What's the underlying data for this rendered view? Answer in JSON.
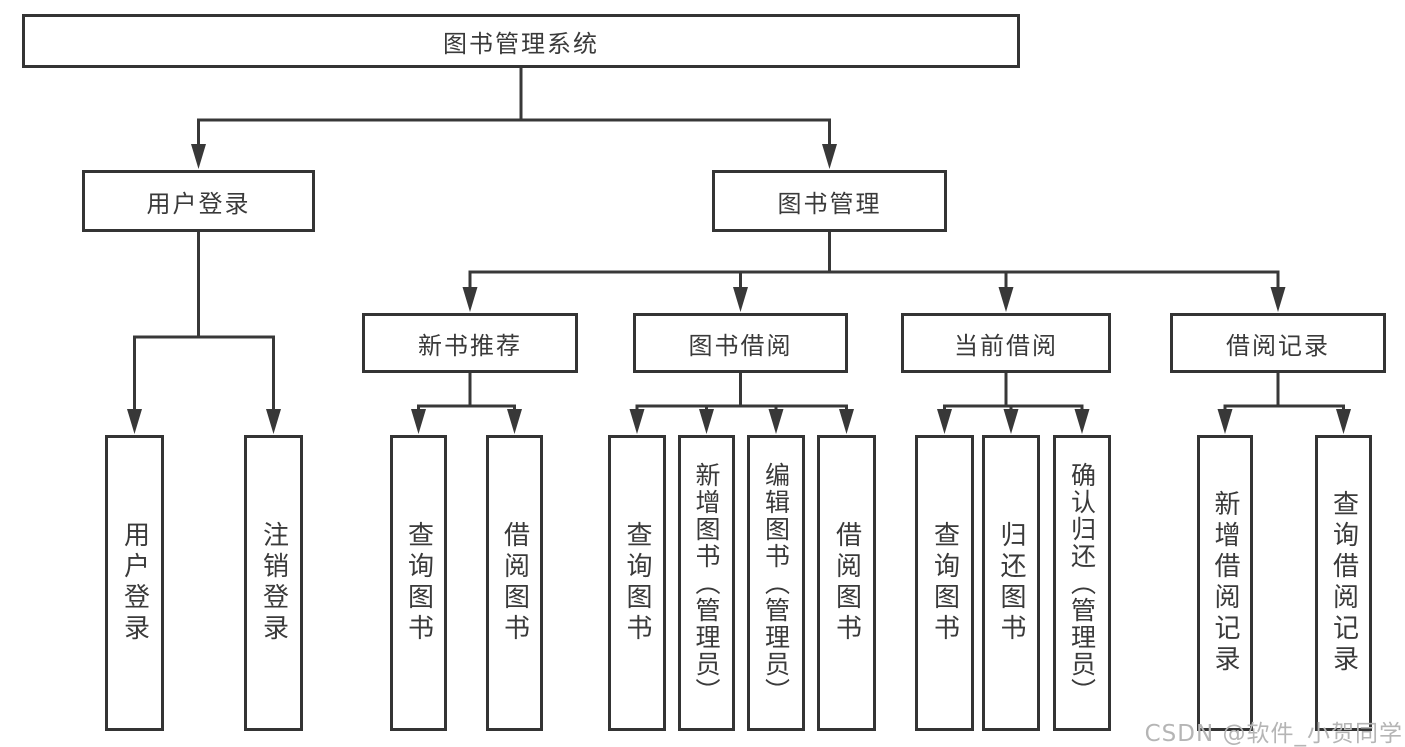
{
  "diagram": {
    "title": "图书管理系统",
    "watermark": "CSDN @软件_小贺同学",
    "colors": {
      "line": "#383838",
      "border": "#343434",
      "text": "#3a3a3a",
      "background": "#ffffff",
      "watermark": "#b5b5b5"
    },
    "nodes": [
      {
        "id": "library-system",
        "label": "图书管理系统",
        "orientation": "horizontal",
        "level": 1
      },
      {
        "id": "user-login",
        "label": "用户登录",
        "orientation": "horizontal",
        "level": 2
      },
      {
        "id": "book-management",
        "label": "图书管理",
        "orientation": "horizontal",
        "level": 2
      },
      {
        "id": "new-book-recommend",
        "label": "新书推荐",
        "orientation": "horizontal",
        "level": 3
      },
      {
        "id": "book-borrow",
        "label": "图书借阅",
        "orientation": "horizontal",
        "level": 3
      },
      {
        "id": "current-borrow",
        "label": "当前借阅",
        "orientation": "horizontal",
        "level": 3
      },
      {
        "id": "borrow-records",
        "label": "借阅记录",
        "orientation": "horizontal",
        "level": 3
      },
      {
        "id": "user-login-leaf",
        "label": "用户登录",
        "orientation": "vertical",
        "level": 4
      },
      {
        "id": "logout",
        "label": "注销登录",
        "orientation": "vertical",
        "level": 4
      },
      {
        "id": "query-books-1",
        "label": "查询图书",
        "orientation": "vertical",
        "level": 4
      },
      {
        "id": "borrow-books-1",
        "label": "借阅图书",
        "orientation": "vertical",
        "level": 4
      },
      {
        "id": "query-books-2",
        "label": "查询图书",
        "orientation": "vertical",
        "level": 4
      },
      {
        "id": "add-book-admin",
        "label": "新增图书（管理员）",
        "orientation": "vertical",
        "level": 4
      },
      {
        "id": "edit-book-admin",
        "label": "编辑图书（管理员）",
        "orientation": "vertical",
        "level": 4
      },
      {
        "id": "borrow-books-2",
        "label": "借阅图书",
        "orientation": "vertical",
        "level": 4
      },
      {
        "id": "query-books-3",
        "label": "查询图书",
        "orientation": "vertical",
        "level": 4
      },
      {
        "id": "return-book",
        "label": "归还图书",
        "orientation": "vertical",
        "level": 4
      },
      {
        "id": "confirm-return-admin",
        "label": "确认归还（管理员）",
        "orientation": "vertical",
        "level": 4
      },
      {
        "id": "add-borrow-record",
        "label": "新增借阅记录",
        "orientation": "vertical",
        "level": 4
      },
      {
        "id": "query-borrow-record",
        "label": "查询借阅记录",
        "orientation": "vertical",
        "level": 4
      }
    ],
    "edges": [
      {
        "from": "library-system",
        "to": [
          "user-login",
          "book-management"
        ]
      },
      {
        "from": "user-login",
        "to": [
          "user-login-leaf",
          "logout"
        ]
      },
      {
        "from": "book-management",
        "to": [
          "new-book-recommend",
          "book-borrow",
          "current-borrow",
          "borrow-records"
        ]
      },
      {
        "from": "new-book-recommend",
        "to": [
          "query-books-1",
          "borrow-books-1"
        ]
      },
      {
        "from": "book-borrow",
        "to": [
          "query-books-2",
          "add-book-admin",
          "edit-book-admin",
          "borrow-books-2"
        ]
      },
      {
        "from": "current-borrow",
        "to": [
          "query-books-3",
          "return-book",
          "confirm-return-admin"
        ]
      },
      {
        "from": "borrow-records",
        "to": [
          "add-borrow-record",
          "query-borrow-record"
        ]
      }
    ]
  }
}
